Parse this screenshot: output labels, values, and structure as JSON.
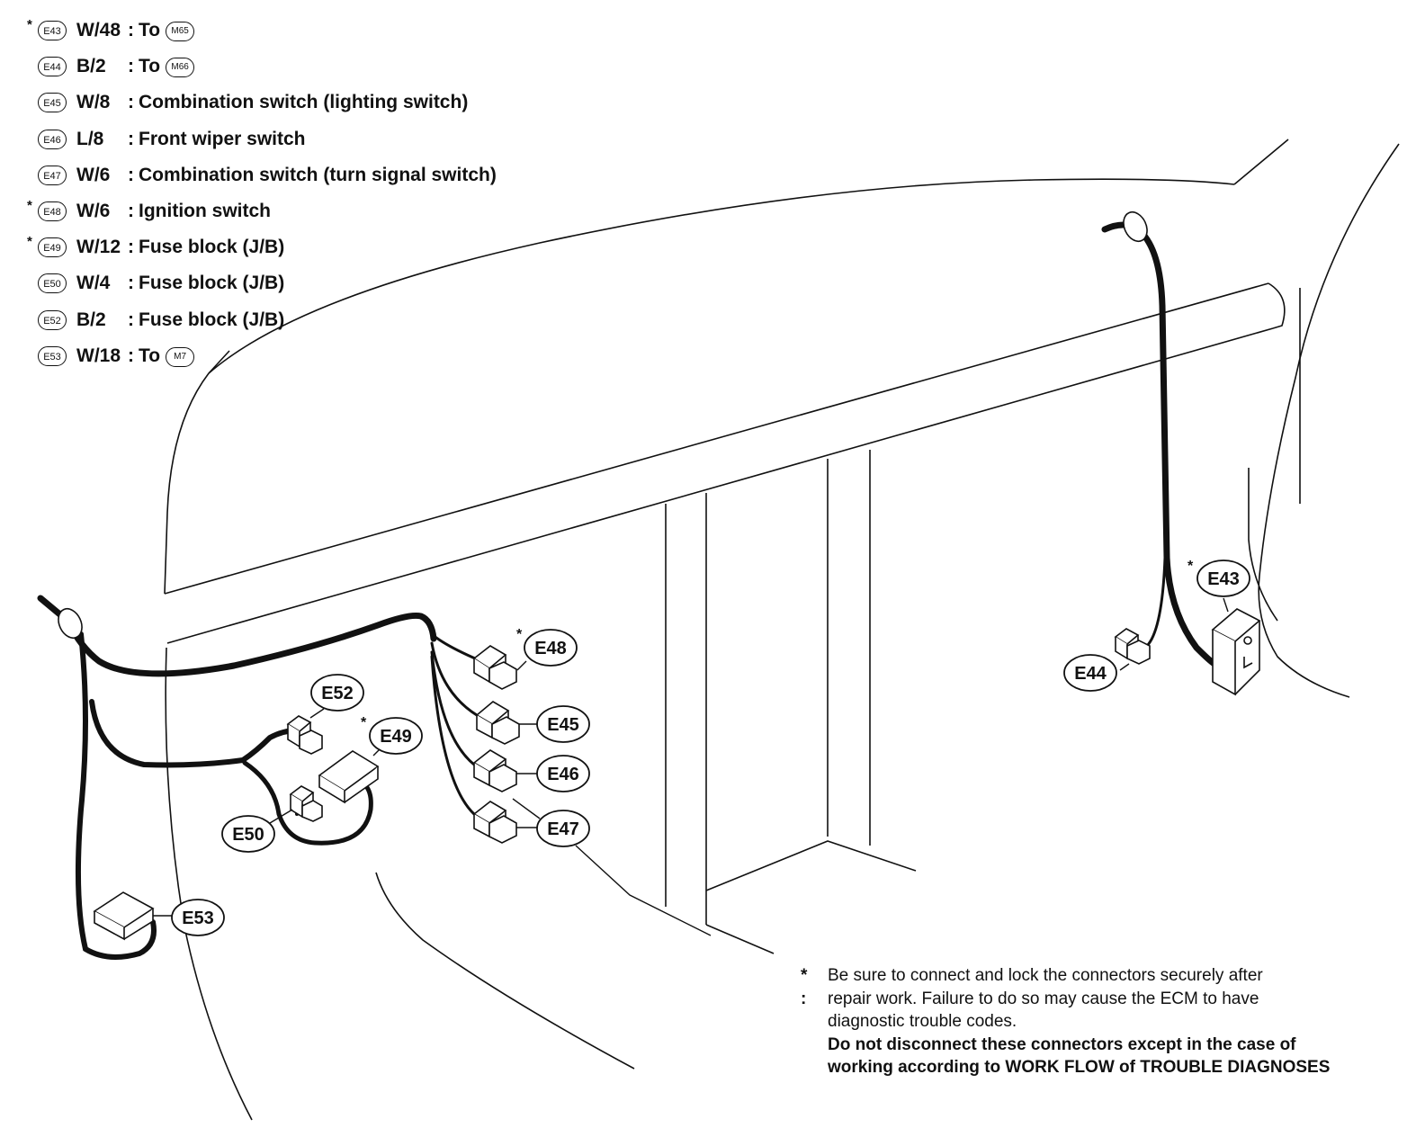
{
  "legend": {
    "rows": [
      {
        "star": "*",
        "id": "E43",
        "wire": "W/48",
        "sep": ":",
        "desc": "To",
        "target": "M65"
      },
      {
        "star": "",
        "id": "E44",
        "wire": "B/2",
        "sep": ":",
        "desc": "To",
        "target": "M66"
      },
      {
        "star": "",
        "id": "E45",
        "wire": "W/8",
        "sep": ":",
        "desc": "Combination switch (lighting switch)",
        "target": ""
      },
      {
        "star": "",
        "id": "E46",
        "wire": "L/8",
        "sep": ":",
        "desc": "Front wiper switch",
        "target": ""
      },
      {
        "star": "",
        "id": "E47",
        "wire": "W/6",
        "sep": ":",
        "desc": "Combination switch (turn signal switch)",
        "target": ""
      },
      {
        "star": "*",
        "id": "E48",
        "wire": "W/6",
        "sep": ":",
        "desc": "Ignition switch",
        "target": ""
      },
      {
        "star": "*",
        "id": "E49",
        "wire": "W/12",
        "sep": ":",
        "desc": "Fuse block (J/B)",
        "target": ""
      },
      {
        "star": "",
        "id": "E50",
        "wire": "W/4",
        "sep": ":",
        "desc": "Fuse block (J/B)",
        "target": ""
      },
      {
        "star": "",
        "id": "E52",
        "wire": "B/2",
        "sep": ":",
        "desc": "Fuse block (J/B)",
        "target": ""
      },
      {
        "star": "",
        "id": "E53",
        "wire": "W/18",
        "sep": ":",
        "desc": "To",
        "target": "M7"
      }
    ]
  },
  "callouts": {
    "e43": "E43",
    "e44": "E44",
    "e45": "E45",
    "e46": "E46",
    "e47": "E47",
    "e48": "E48",
    "e49": "E49",
    "e50": "E50",
    "e52": "E52",
    "e53": "E53",
    "star": "*"
  },
  "note": {
    "star": "* :",
    "line1": "Be sure to connect and lock the connectors securely after",
    "line2": "repair work. Failure to do so may cause the ECM to have",
    "line3": "diagnostic trouble codes.",
    "bold1": "Do not disconnect these connectors except in the case of",
    "bold2": "working according to WORK FLOW of TROUBLE DIAGNOSES"
  }
}
